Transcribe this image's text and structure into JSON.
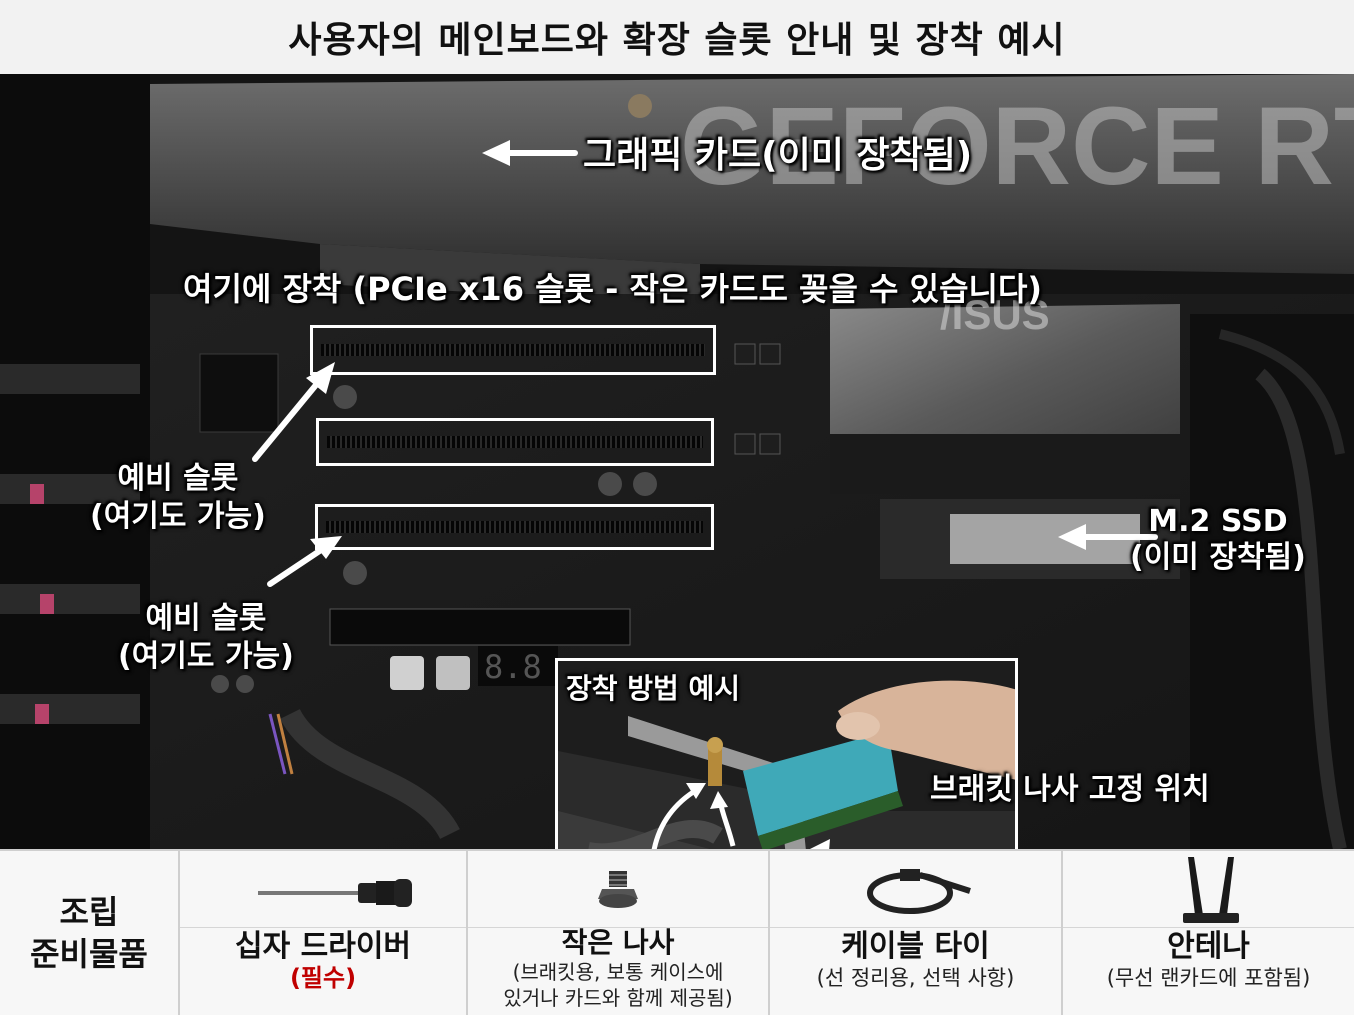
{
  "title": "사용자의 메인보드와 확장 슬롯 안내 및 장착 예시",
  "photo": {
    "gpu_brand_text": "GEFORCE RTX",
    "board_brand_text": "/ISUS",
    "debug_display": "8.8",
    "labels": {
      "graphics_card": "그래픽 카드(이미 장착됨)",
      "install_here": "여기에 장착 (PCIe x16 슬롯 - 작은 카드도 꽂을 수 있습니다)",
      "spare_slot_1_line1": "예비 슬롯",
      "spare_slot_1_line2": "(여기도 가능)",
      "spare_slot_2_line1": "예비 슬롯",
      "spare_slot_2_line2": "(여기도 가능)",
      "ssd_line1": "M.2 SSD",
      "ssd_line2": "(이미 장착됨)"
    },
    "inset": {
      "title": "장착 방법 예시",
      "bracket_label": "브래킷 나사 고정 위치"
    }
  },
  "supplies": {
    "section_label_line1": "조립",
    "section_label_line2": "준비물품",
    "items": [
      {
        "name": "십자 드라이버",
        "note": "(필수)",
        "note_color": "#c00000",
        "icon": "screwdriver-icon"
      },
      {
        "name": "작은 나사",
        "note_line1": "(브래킷용, 보통 케이스에",
        "note_line2": "있거나 카드와 함께 제공됨)",
        "icon": "screw-icon"
      },
      {
        "name": "케이블 타이",
        "note": "(선 정리용, 선택 사항)",
        "icon": "cable-tie-icon"
      },
      {
        "name": "안테나",
        "note": "(무선 랜카드에 포함됨)",
        "icon": "antenna-icon"
      }
    ]
  }
}
